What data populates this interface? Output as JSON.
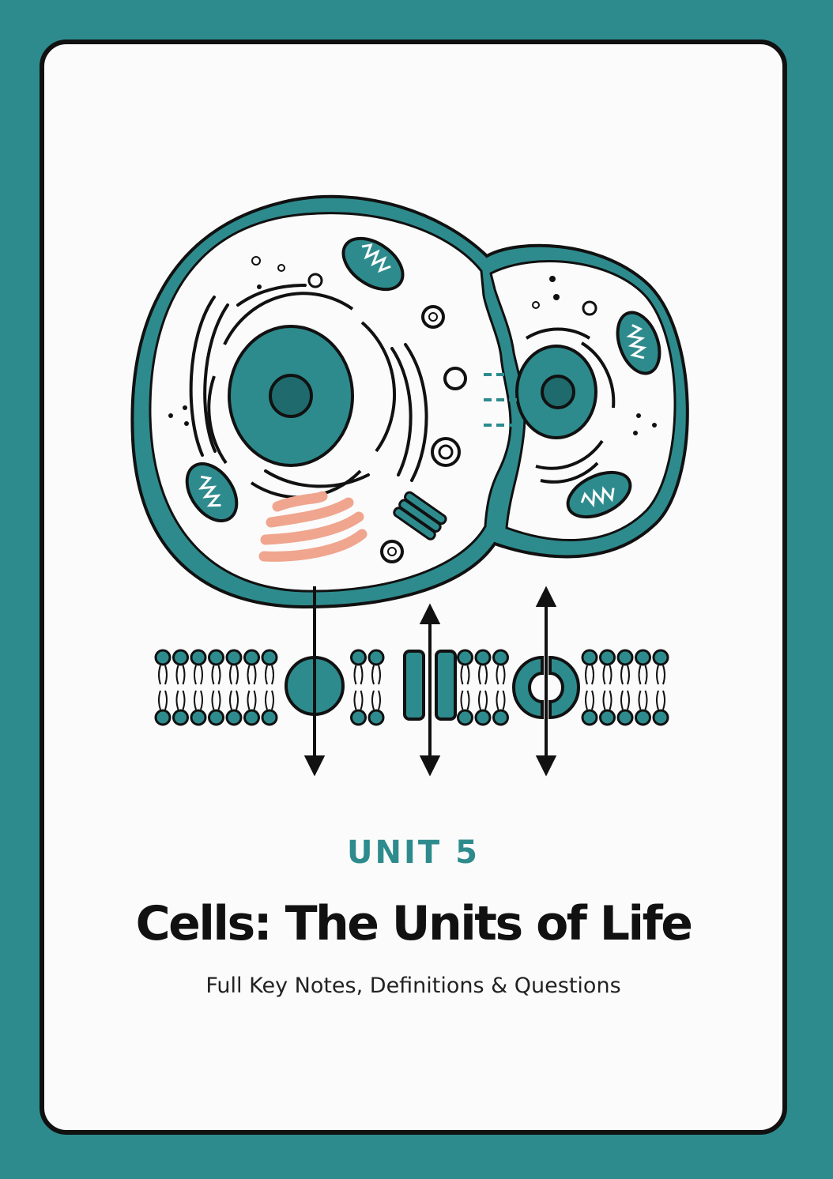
{
  "cover": {
    "unit_label": "UNIT 5",
    "title": "Cells: The Units of Life",
    "subtitle": "Full Key Notes, Definitions & Questions"
  },
  "colors": {
    "teal": "#2e8b8d",
    "dark_teal": "#1f6a6c",
    "salmon": "#f0a58e",
    "ink": "#111111",
    "paper": "#fbfbfb"
  },
  "illustration": {
    "subject": "dividing animal cell above a cell membrane with transport proteins",
    "icons": [
      "cell-icon",
      "nucleus-icon",
      "mitochondrion-icon",
      "golgi-icon",
      "centriole-icon",
      "vesicle-icon",
      "lipid-bilayer-icon",
      "channel-protein-icon",
      "carrier-protein-icon",
      "arrow-icon"
    ]
  }
}
